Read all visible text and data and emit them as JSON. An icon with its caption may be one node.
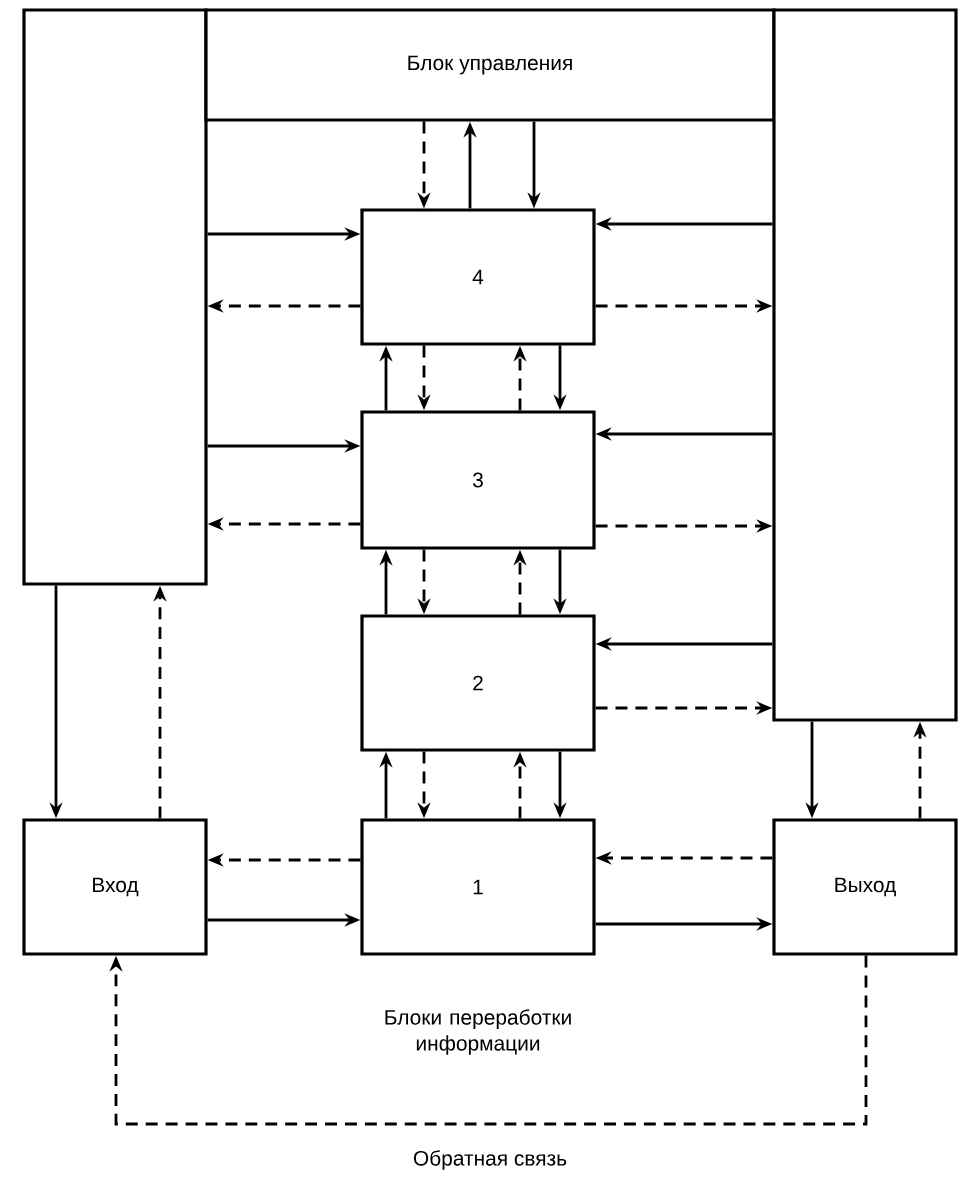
{
  "diagram": {
    "nodes": [
      {
        "text": [],
        "shape": "box"
      },
      {
        "text": [
          "Блок управления"
        ]
      },
      {
        "text": [],
        "shape": "box"
      },
      {
        "text": [
          "4"
        ]
      },
      {
        "text": [
          "3"
        ]
      },
      {
        "text": [
          "2"
        ]
      },
      {
        "text": [
          "1"
        ]
      },
      {
        "text": [
          "Вход"
        ]
      },
      {
        "text": [
          "Выход"
        ]
      }
    ],
    "edges": [
      {
        "from": 1,
        "to": 3,
        "arrow": "to",
        "style": "dashed"
      },
      {
        "from": 3,
        "to": 1,
        "arrow": "to"
      },
      {
        "from": 1,
        "to": 3,
        "arrow": "to"
      },
      {
        "from": 0,
        "to": 3,
        "arrow": "to"
      },
      {
        "from": 3,
        "to": 0,
        "arrow": "to",
        "style": "dashed"
      },
      {
        "from": 2,
        "to": 3,
        "arrow": "to"
      },
      {
        "from": 3,
        "to": 2,
        "arrow": "to",
        "style": "dashed"
      },
      {
        "from": 3,
        "to": 4,
        "arrow": "to",
        "style": "dashed"
      },
      {
        "from": 3,
        "to": 4,
        "arrow": "to"
      },
      {
        "from": 4,
        "to": 3,
        "arrow": "to"
      },
      {
        "from": 4,
        "to": 3,
        "arrow": "to",
        "style": "dashed"
      },
      {
        "from": 0,
        "to": 4,
        "arrow": "to"
      },
      {
        "from": 4,
        "to": 0,
        "arrow": "to",
        "style": "dashed"
      },
      {
        "from": 2,
        "to": 4,
        "arrow": "to"
      },
      {
        "from": 4,
        "to": 2,
        "arrow": "to",
        "style": "dashed"
      },
      {
        "from": 4,
        "to": 5,
        "arrow": "to",
        "style": "dashed"
      },
      {
        "from": 4,
        "to": 5,
        "arrow": "to"
      },
      {
        "from": 5,
        "to": 4,
        "arrow": "to"
      },
      {
        "from": 5,
        "to": 4,
        "arrow": "to",
        "style": "dashed"
      },
      {
        "from": 2,
        "to": 5,
        "arrow": "to"
      },
      {
        "from": 5,
        "to": 2,
        "arrow": "to",
        "style": "dashed"
      },
      {
        "from": 5,
        "to": 6,
        "arrow": "to",
        "style": "dashed"
      },
      {
        "from": 5,
        "to": 6,
        "arrow": "to"
      },
      {
        "from": 6,
        "to": 5,
        "arrow": "to"
      },
      {
        "from": 6,
        "to": 5,
        "arrow": "to",
        "style": "dashed"
      },
      {
        "from": 0,
        "to": 7,
        "arrow": "to"
      },
      {
        "from": 7,
        "to": 0,
        "arrow": "to",
        "style": "dashed"
      },
      {
        "from": 2,
        "to": 8,
        "arrow": "to"
      },
      {
        "from": 8,
        "to": 2,
        "arrow": "to",
        "style": "dashed"
      },
      {
        "from": 7,
        "to": 6,
        "arrow": "to"
      },
      {
        "from": 6,
        "to": 7,
        "arrow": "to",
        "style": "dashed"
      },
      {
        "from": 6,
        "to": 8,
        "arrow": "to"
      },
      {
        "from": 8,
        "to": 6,
        "arrow": "to",
        "style": "dashed"
      },
      {
        "from": 8,
        "to": 7,
        "arrow": "to",
        "style": "dashed",
        "label": "Обратная связь"
      }
    ],
    "labels": [
      "Блоки переработки информации"
    ]
  }
}
